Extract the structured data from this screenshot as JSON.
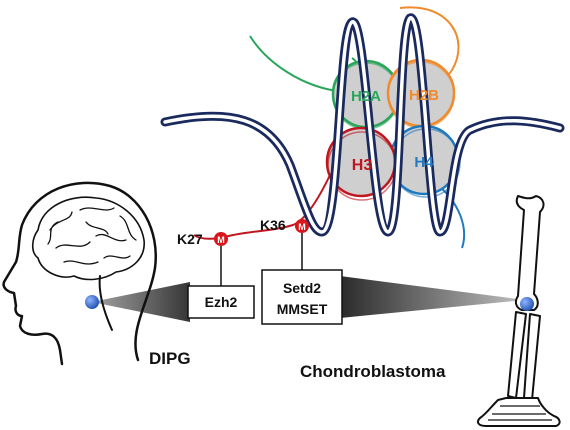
{
  "histones": {
    "h2a": "H2A",
    "h2b": "H2B",
    "h3": "H3",
    "h4": "H4"
  },
  "marks": {
    "k27": "K27",
    "k36": "K36",
    "methyl": "M"
  },
  "enzymes": {
    "ezh2": "Ezh2",
    "setd2": "Setd2",
    "mmset": "MMSET"
  },
  "diseases": {
    "dipg": "DIPG",
    "chondroblastoma": "Chondroblastoma"
  },
  "colors": {
    "dna": "#1b2a5e",
    "h2a": "#2aa65a",
    "h2b": "#f08a2c",
    "h3": "#c0161f",
    "h4": "#1f7ac0",
    "tumor_dot": "#3a78d8"
  }
}
